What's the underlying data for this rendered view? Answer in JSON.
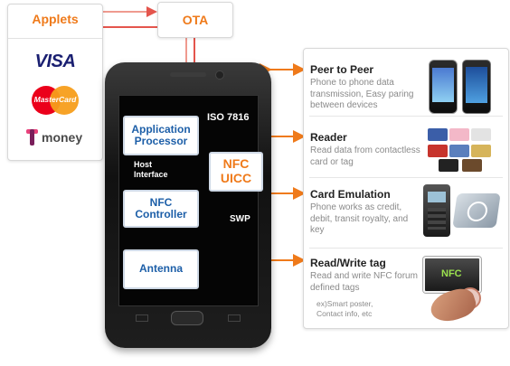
{
  "applets_box": {
    "title": "Applets"
  },
  "ota_box": {
    "title": "OTA"
  },
  "payment_logos": [
    {
      "name": "visa",
      "text": "VISA",
      "color": "#1a1f71"
    },
    {
      "name": "mastercard",
      "text": "MasterCard",
      "color": "#eb001b"
    },
    {
      "name": "tmoney",
      "text": "money",
      "color": "#7a1f5b"
    }
  ],
  "phone": {
    "application_processor": "Application Processor",
    "iso": "ISO 7816",
    "host_interface": "Host Interface",
    "nfc_uicc": "NFC UICC",
    "nfc_controller": "NFC Controller",
    "swp": "SWP",
    "antenna": "Antenna"
  },
  "features": [
    {
      "title": "Peer to Peer",
      "desc": "Phone to phone data transmission, Easy paring between devices"
    },
    {
      "title": "Reader",
      "desc": "Read data from contactless card or tag"
    },
    {
      "title": "Card Emulation",
      "desc": "Phone works as credit, debit, transit royalty, and key"
    },
    {
      "title": "Read/Write tag",
      "desc": "Read and write NFC forum defined tags",
      "example": "ex)Smart poster, Contact info, etc",
      "tag_label": "NFC"
    }
  ],
  "colors": {
    "accent": "#ef7a1a",
    "arrow_red": "#e4554d",
    "arrow_yellow": "#f5d21a",
    "chip_blue": "#1d5fa8"
  }
}
